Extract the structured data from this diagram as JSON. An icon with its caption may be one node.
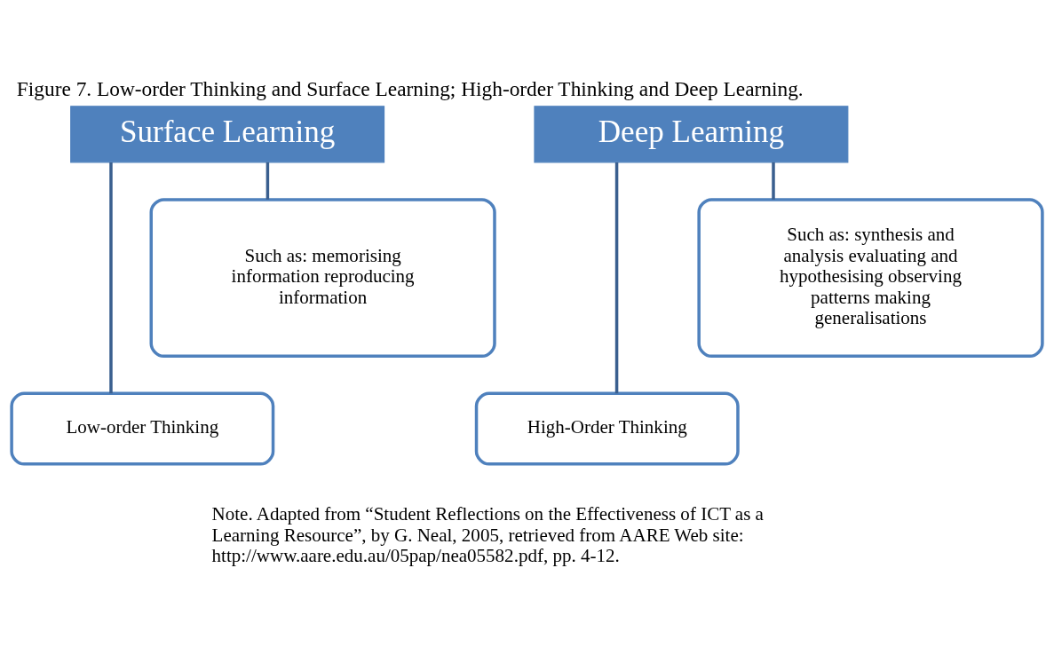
{
  "diagram": {
    "title": "Figure 7. Low-order Thinking and Surface Learning; High-order Thinking and Deep Learning.",
    "caption": "Note. Adapted from “Student Reflections on the Effectiveness of ICT as a Learning Resource”, by G. Neal, 2005, retrieved from AARE Web site: http://www.aare.edu.au/05pap/nea05582.pdf, pp. 4-12.",
    "nodes": [
      {
        "text": [
          "Surface Learning"
        ]
      },
      {
        "text": [
          "Such as: memorising information reproducing information"
        ]
      },
      {
        "text": [
          "Low-order Thinking"
        ]
      },
      {
        "text": [
          "Deep Learning"
        ]
      },
      {
        "text": [
          "Such as: synthesis and analysis evaluating and hypothesising observing patterns making generalisations"
        ]
      },
      {
        "text": [
          "High-Order Thinking"
        ]
      }
    ],
    "edges": [
      {
        "from": 0,
        "to": 1,
        "arrow": "none"
      },
      {
        "from": 0,
        "to": 2,
        "arrow": "none"
      },
      {
        "from": 3,
        "to": 4,
        "arrow": "none"
      },
      {
        "from": 3,
        "to": 5,
        "arrow": "none"
      }
    ]
  }
}
